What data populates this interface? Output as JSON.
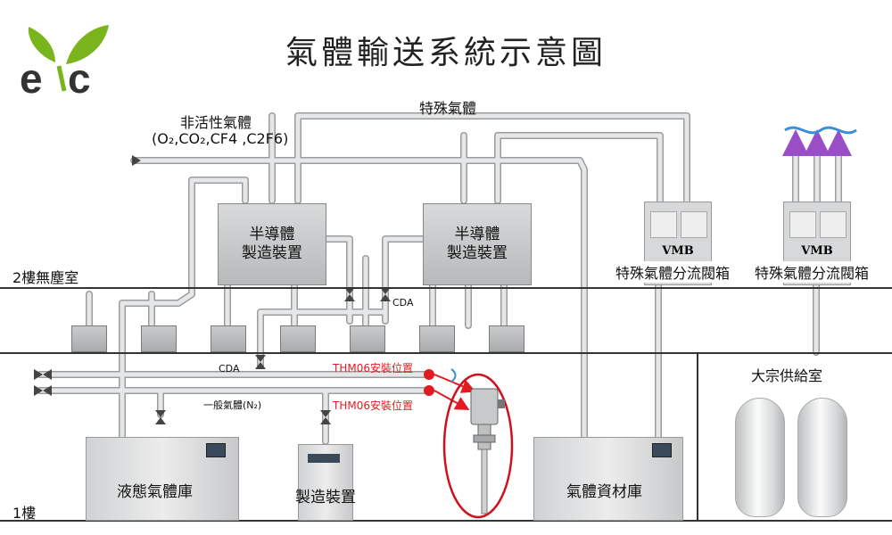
{
  "title": "氣體輸送系統示意圖",
  "logo_text": "eyc",
  "floors": {
    "upper": "2樓無塵室",
    "lower": "1樓",
    "bulk": "大宗供給室"
  },
  "gas_labels": {
    "special": "特殊氣體",
    "inert": "非活性氣體",
    "inert_formula": "(O₂,CO₂,CF4 ,C2F6)",
    "cda_upper": "CDA",
    "cda_lower": "CDA",
    "general": "一般氣體(N₂)"
  },
  "equipment": {
    "semi_left": "半導體\n製造裝置",
    "semi_right": "半導體\n製造裝置",
    "vmb_label": "VMB",
    "vmb_left_caption": "特殊氣體分流閥箱",
    "vmb_right_caption": "特殊氣體分流閥箱",
    "liquid_store": "液態氣體庫",
    "manufacturing": "製造裝置",
    "gas_store": "氣體資材庫"
  },
  "install_points": [
    "THM06安裝位置",
    "THM06安裝位置"
  ],
  "colors": {
    "pipe": "#d4d6d8",
    "pipe_edge": "#9a9c9e",
    "accent_red": "#e21b23",
    "logo_green": "#7ab51d",
    "logo_dark": "#333333",
    "arrow_purple": "#9b4fc6",
    "wave_blue": "#3a8fd8"
  }
}
